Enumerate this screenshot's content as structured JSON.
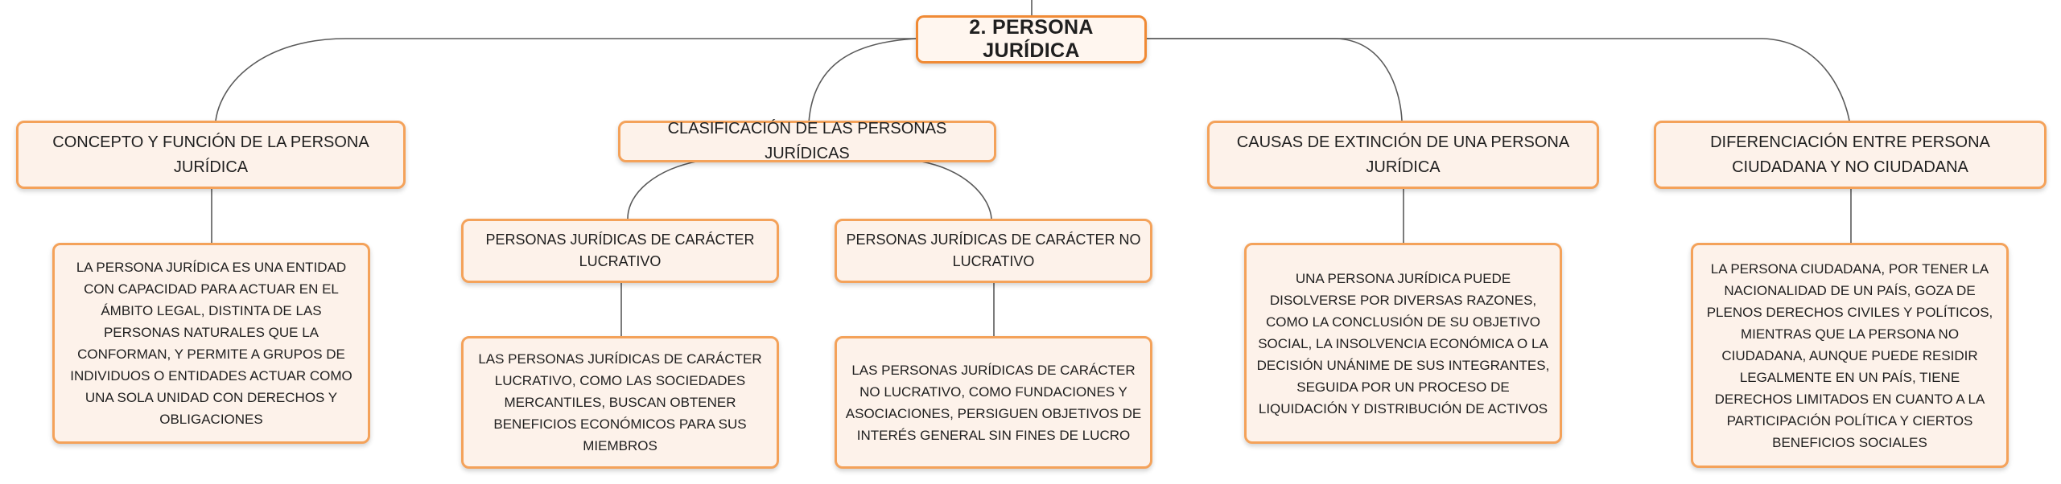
{
  "root": {
    "title": "2. PERSONA JURÍDICA"
  },
  "topics": {
    "concepto": {
      "label": "CONCEPTO Y FUNCIÓN DE LA PERSONA JURÍDICA",
      "detail": "LA PERSONA JURÍDICA ES UNA ENTIDAD CON CAPACIDAD PARA ACTUAR EN EL ÁMBITO LEGAL, DISTINTA DE LAS PERSONAS NATURALES QUE LA CONFORMAN, Y PERMITE A GRUPOS DE INDIVIDUOS O ENTIDADES ACTUAR COMO UNA SOLA UNIDAD CON DERECHOS Y OBLIGACIONES"
    },
    "clasificacion": {
      "label": "CLASIFICACIÓN DE LAS PERSONAS JURÍDICAS",
      "lucrativo": {
        "label": "PERSONAS JURÍDICAS DE CARÁCTER LUCRATIVO",
        "detail": "LAS PERSONAS JURÍDICAS DE CARÁCTER LUCRATIVO, COMO LAS SOCIEDADES MERCANTILES, BUSCAN OBTENER BENEFICIOS ECONÓMICOS PARA SUS MIEMBROS"
      },
      "no_lucrativo": {
        "label": "PERSONAS JURÍDICAS DE CARÁCTER NO LUCRATIVO",
        "detail": "LAS PERSONAS JURÍDICAS DE CARÁCTER NO LUCRATIVO, COMO FUNDACIONES Y ASOCIACIONES, PERSIGUEN OBJETIVOS DE INTERÉS GENERAL SIN FINES DE LUCRO"
      }
    },
    "extincion": {
      "label": "CAUSAS DE EXTINCIÓN DE UNA PERSONA JURÍDICA",
      "detail": "UNA PERSONA JURÍDICA PUEDE DISOLVERSE POR DIVERSAS RAZONES, COMO LA CONCLUSIÓN DE SU OBJETIVO SOCIAL, LA INSOLVENCIA ECONÓMICA O LA DECISIÓN UNÁNIME DE SUS INTEGRANTES, SEGUIDA POR UN PROCESO DE LIQUIDACIÓN Y DISTRIBUCIÓN DE ACTIVOS"
    },
    "diferenciacion": {
      "label": "DIFERENCIACIÓN ENTRE PERSONA CIUDADANA Y NO CIUDADANA",
      "detail": "LA PERSONA CIUDADANA, POR TENER LA NACIONALIDAD DE UN PAÍS, GOZA DE PLENOS DERECHOS CIVILES Y POLÍTICOS, MIENTRAS QUE LA PERSONA NO CIUDADANA, AUNQUE PUEDE RESIDIR LEGALMENTE EN UN PAÍS, TIENE DERECHOS LIMITADOS EN CUANTO A LA PARTICIPACIÓN POLÍTICA Y CIERTOS BENEFICIOS SOCIALES"
    }
  },
  "colors": {
    "node_fill": "#fdf2ea",
    "node_border": "#f4a25a",
    "root_border": "#f08a35",
    "connector": "#555555"
  }
}
